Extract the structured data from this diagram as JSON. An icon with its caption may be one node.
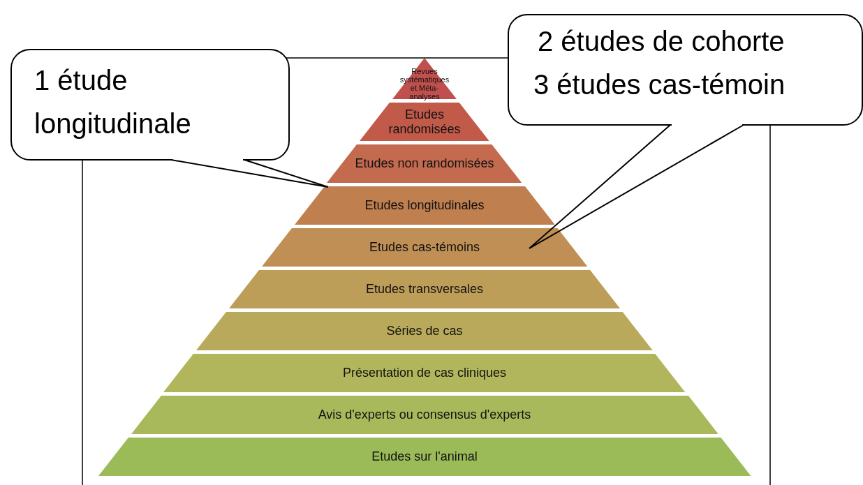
{
  "diagram": {
    "nodes": [
      {
        "text": [
          "Revues systématiques et Méta-analyses"
        ]
      },
      {
        "text": [
          "Etudes randomisées"
        ]
      },
      {
        "text": [
          "Etudes non randomisées"
        ]
      },
      {
        "text": [
          "Etudes longitudinales"
        ]
      },
      {
        "text": [
          "Etudes cas-témoins"
        ]
      },
      {
        "text": [
          "Etudes transversales"
        ]
      },
      {
        "text": [
          "Séries de cas"
        ]
      },
      {
        "text": [
          "Présentation de cas cliniques"
        ]
      },
      {
        "text": [
          "Avis d'experts ou consensus d'experts"
        ]
      },
      {
        "text": [
          "Etudes sur l'animal"
        ]
      },
      {
        "text": [
          "1 étude longitudinale"
        ]
      },
      {
        "text": [
          "2 études de cohorte",
          "3 études cas-témoin"
        ]
      }
    ],
    "edges": [
      {
        "from": 10,
        "to": 3,
        "arrow": "none"
      },
      {
        "from": 11,
        "to": 4,
        "arrow": "none"
      }
    ]
  }
}
